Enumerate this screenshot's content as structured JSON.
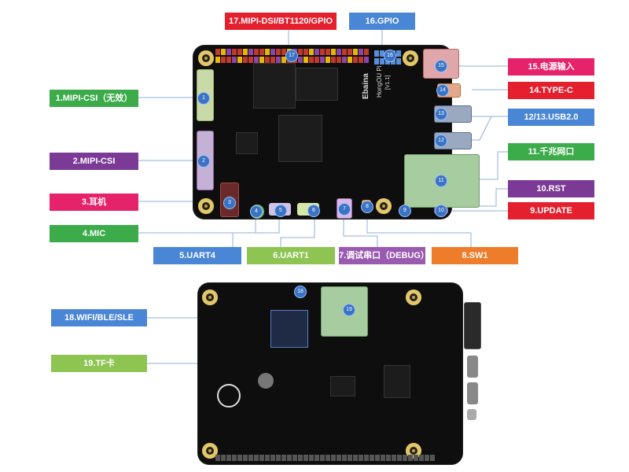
{
  "labels": {
    "l1": "1.MIPI-CSI（无效）",
    "l2": "2.MIPI-CSI",
    "l3": "3.耳机",
    "l4": "4.MIC",
    "l5": "5.UART4",
    "l6": "6.UART1",
    "l7": "7.调试串口（DEBUG）",
    "l8": "8.SW1",
    "l9": "9.UPDATE",
    "l10": "10.RST",
    "l11": "11.千兆网口",
    "l12": "12/13.USB2.0",
    "l14": "14.TYPE-C",
    "l15": "15.电源输入",
    "l16": "16.GPIO",
    "l17": "17.MIPI-DSI/BT1120/GPIO",
    "l18": "18.WIFI/BLE/SLE",
    "l19": "19.TF卡"
  },
  "markers": {
    "m1": "1",
    "m2": "2",
    "m3": "3",
    "m4": "4",
    "m5": "5",
    "m6": "6",
    "m7": "7",
    "m8": "8",
    "m9": "9",
    "m10": "10",
    "m11": "11",
    "m12": "12",
    "m13": "13",
    "m14": "14",
    "m15": "15",
    "m16": "16",
    "m17": "17",
    "m18": "18",
    "m19": "19"
  },
  "silkscreen": {
    "brand": "Ebaina",
    "model": "HongOU Pi",
    "version": "[V1.1]"
  },
  "colors": {
    "red": "#e5202e",
    "blue": "#3f72c0",
    "green": "#3cab4a",
    "purple": "#7b3a96",
    "pink": "#e6226b",
    "orange": "#ee7d2b",
    "lightgreen": "#8dc452",
    "lightpurple": "#9a5ab0",
    "lightblue": "#4a86d6"
  }
}
